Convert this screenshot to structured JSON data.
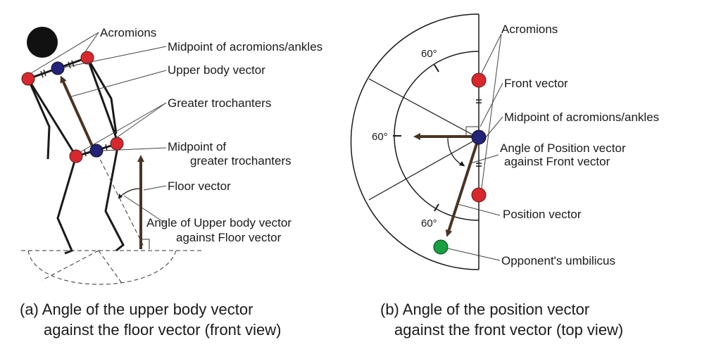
{
  "left": {
    "labels": {
      "acromions": "Acromions",
      "midpoint": "Midpoint of acromions/ankles",
      "upper_body_vector": "Upper body vector",
      "greater_trochanters": "Greater trochanters",
      "midpoint_gt_line1": "Midpoint of",
      "midpoint_gt_line2": "greater trochanters",
      "floor_vector": "Floor vector",
      "angle_line1": "Angle of Upper body vector",
      "angle_line2": "against Floor vector"
    },
    "caption_line1": "(a) Angle of the upper body vector",
    "caption_line2": "against the floor vector (front view)"
  },
  "right": {
    "labels": {
      "acromions": "Acromions",
      "front_vector": "Front vector",
      "midpoint": "Midpoint of acromions/ankles",
      "angle_line1": "Angle of Position vector",
      "angle_line2": "against  Front vector",
      "position_vector": "Position vector",
      "opponent_umbilicus": "Opponent's umbilicus"
    },
    "degrees": {
      "top": "60°",
      "left": "60°",
      "bottom": "60°"
    },
    "caption_line1": "(b) Angle of the position vector",
    "caption_line2": "against the front vector (top view)"
  },
  "colors": {
    "joint_red": "#d8272d",
    "joint_blue": "#23237a",
    "umbilicus_green": "#16a042",
    "vector_brown": "#4a3322"
  }
}
